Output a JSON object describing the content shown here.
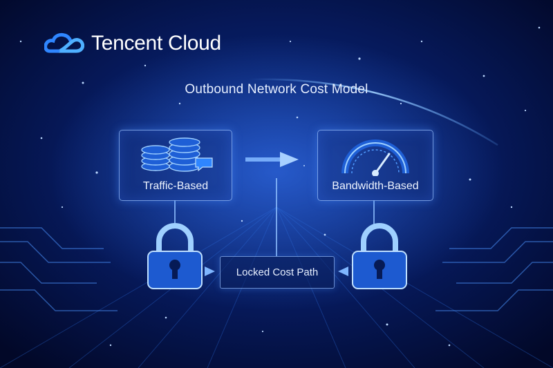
{
  "brand": {
    "name": "Tencent Cloud",
    "logo_icon": "cloud-infinity-icon",
    "accent": "#2f86ff"
  },
  "diagram": {
    "title": "Outbound Network Cost Model",
    "nodes": {
      "traffic": {
        "label": "Traffic-Based",
        "icons": [
          "coin-stack-icon",
          "chat-bubble-icon"
        ]
      },
      "bandwidth": {
        "label": "Bandwidth-Based",
        "icons": [
          "speedometer-icon"
        ]
      },
      "locked_path": {
        "label": "Locked Cost Path"
      }
    },
    "locks": [
      "lock-icon",
      "lock-icon"
    ],
    "edges": [
      {
        "from": "traffic",
        "to": "bandwidth",
        "style": "arrow"
      },
      {
        "from": "traffic",
        "to": "lock-left"
      },
      {
        "from": "bandwidth",
        "to": "lock-right"
      },
      {
        "from": "lock-left",
        "to": "locked_path",
        "style": "arrow"
      },
      {
        "from": "lock-right",
        "to": "locked_path",
        "style": "arrow"
      },
      {
        "from": "locked_path",
        "to": "traffic-bandwidth-arrow"
      }
    ]
  },
  "colors": {
    "background": "#020a2a",
    "glow": "#3d8bff",
    "text": "#eef4ff"
  }
}
